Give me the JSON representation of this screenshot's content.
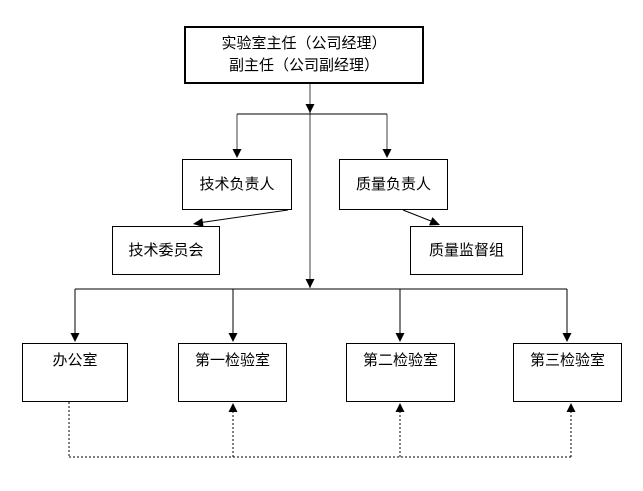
{
  "diagram": {
    "type": "org-chart",
    "nodes": {
      "director": {
        "label_line1": "实验室主任（公司经理）",
        "label_line2": "副主任（公司副经理）"
      },
      "tech_leader": {
        "label": "技术负责人"
      },
      "quality_leader": {
        "label": "质量负责人"
      },
      "tech_committee": {
        "label": "技术委员会"
      },
      "quality_supervision": {
        "label": "质量监督组"
      },
      "office": {
        "label": "办公室"
      },
      "room1": {
        "label": "第一检验室"
      },
      "room2": {
        "label": "第二检验室"
      },
      "room3": {
        "label": "第三检验室"
      }
    },
    "edges": [
      {
        "from": "director",
        "to": "tech_leader",
        "style": "solid-arrow"
      },
      {
        "from": "director",
        "to": "quality_leader",
        "style": "solid-arrow"
      },
      {
        "from": "tech_leader",
        "to": "tech_committee",
        "style": "solid-arrow"
      },
      {
        "from": "quality_leader",
        "to": "quality_supervision",
        "style": "solid-arrow"
      },
      {
        "from": "director",
        "to": "office",
        "style": "solid-arrow"
      },
      {
        "from": "director",
        "to": "room1",
        "style": "solid-arrow"
      },
      {
        "from": "director",
        "to": "room2",
        "style": "solid-arrow"
      },
      {
        "from": "director",
        "to": "room3",
        "style": "solid-arrow"
      },
      {
        "from": "office",
        "to": "room1",
        "style": "dotted-arrow"
      },
      {
        "from": "office",
        "to": "room2",
        "style": "dotted-arrow"
      },
      {
        "from": "office",
        "to": "room3",
        "style": "dotted-arrow"
      }
    ],
    "colors": {
      "background": "#ffffff",
      "box_border": "#000000",
      "line_black": "#000000",
      "line_gray": "#808080"
    }
  }
}
